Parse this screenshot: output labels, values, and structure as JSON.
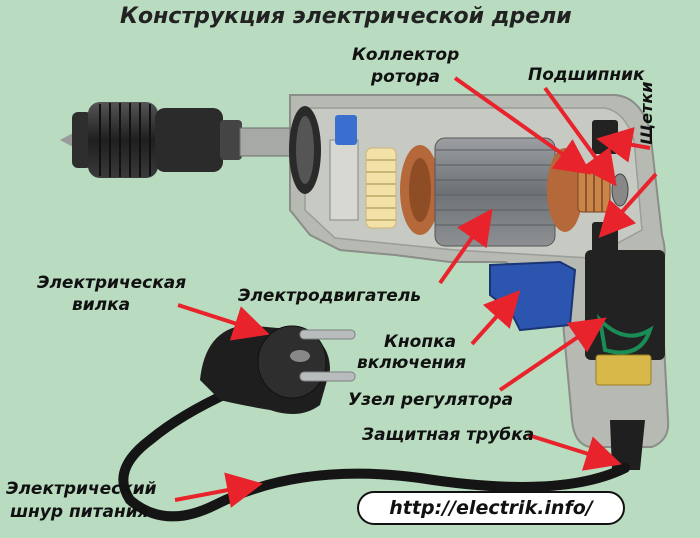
{
  "title": "Конструкция электрической дрели",
  "labels": {
    "collector_line1": "Коллектор",
    "collector_line2": "ротора",
    "bearing": "Подшипник",
    "brushes": "Щетки",
    "plug_line1": "Электрическая",
    "plug_line2": "вилка",
    "motor": "Электродвигатель",
    "button_line1": "Кнопка",
    "button_line2": "включения",
    "regulator": "Узел регулятора",
    "tube": "Защитная трубка",
    "cord_line1": "Электрический",
    "cord_line2": "шнур питания"
  },
  "url": "http://electrik.info/",
  "colors": {
    "background": "#b9dbc0",
    "arrow": "#e8232b",
    "housing": "#b7bab2",
    "chuck": "#2b2b2b",
    "stator": "#8a8d8f",
    "copper": "#b5693a",
    "button": "#2c55b0",
    "gear": "#f2e2a8",
    "cord": "#151515"
  }
}
